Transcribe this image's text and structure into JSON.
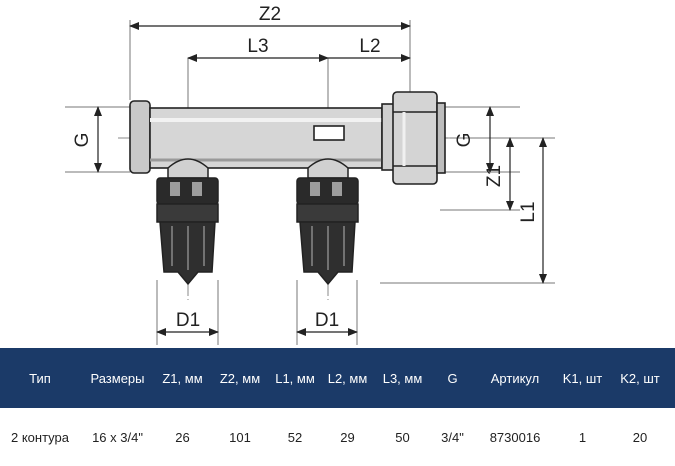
{
  "drawing": {
    "labels": {
      "z2": "Z2",
      "l3": "L3",
      "l2": "L2",
      "g_left": "G",
      "g_right": "G",
      "z1": "Z1",
      "l1": "L1",
      "d1_left": "D1",
      "d1_right": "D1"
    }
  },
  "table": {
    "headers": [
      "Тип",
      "Размеры",
      "Z1, мм",
      "Z2, мм",
      "L1, мм",
      "L2, мм",
      "L3, мм",
      "G",
      "Артикул",
      "K1, шт",
      "K2, шт"
    ],
    "rows": [
      [
        "2 контура",
        "16 x 3/4\"",
        "26",
        "101",
        "52",
        "29",
        "50",
        "3/4\"",
        "8730016",
        "1",
        "20"
      ]
    ]
  },
  "colors": {
    "header_bg": "#1b3a68",
    "header_text": "#ffffff",
    "line": "#222222"
  }
}
